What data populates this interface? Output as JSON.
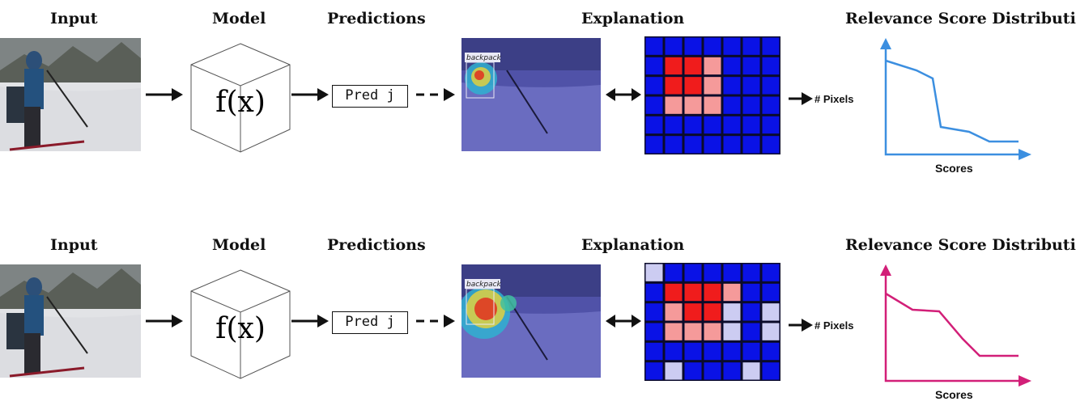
{
  "rows": [
    {
      "headers": {
        "input": "Input",
        "model": "Model",
        "predictions": "Predictions",
        "explanation": "Explanation",
        "distribution": "Relevance Score Distribution"
      },
      "model_formula": "f(x)",
      "prediction_label": "Pred j",
      "detection_tag": "backpack",
      "y_axis_label": "# Pixels",
      "x_axis_label": "Scores",
      "curve_color": "#3c8fe0",
      "relevance_grid": [
        [
          "blue",
          "blue",
          "blue",
          "blue",
          "blue",
          "blue",
          "blue"
        ],
        [
          "blue",
          "red",
          "red",
          "pink",
          "blue",
          "blue",
          "blue"
        ],
        [
          "blue",
          "red",
          "red",
          "pink",
          "blue",
          "blue",
          "blue"
        ],
        [
          "blue",
          "pink",
          "pink",
          "pink",
          "blue",
          "blue",
          "blue"
        ],
        [
          "blue",
          "blue",
          "blue",
          "blue",
          "blue",
          "blue",
          "blue"
        ],
        [
          "blue",
          "blue",
          "blue",
          "blue",
          "blue",
          "blue",
          "blue"
        ]
      ]
    },
    {
      "headers": {
        "input": "Input",
        "model": "Model",
        "predictions": "Predictions",
        "explanation": "Explanation",
        "distribution": "Relevance Score Distribution"
      },
      "model_formula": "f(x)",
      "prediction_label": "Pred j",
      "detection_tag": "backpack",
      "y_axis_label": "# Pixels",
      "x_axis_label": "Scores",
      "curve_color": "#d21f78",
      "relevance_grid": [
        [
          "lavender",
          "blue",
          "blue",
          "blue",
          "blue",
          "blue",
          "blue"
        ],
        [
          "blue",
          "red",
          "red",
          "red",
          "pink",
          "blue",
          "blue"
        ],
        [
          "blue",
          "pink",
          "red",
          "red",
          "lavender",
          "blue",
          "lavender"
        ],
        [
          "blue",
          "pink",
          "pink",
          "pink",
          "lavender",
          "blue",
          "lavender"
        ],
        [
          "blue",
          "blue",
          "blue",
          "blue",
          "blue",
          "blue",
          "blue"
        ],
        [
          "blue",
          "lavender",
          "blue",
          "blue",
          "blue",
          "lavender",
          "blue"
        ]
      ]
    }
  ],
  "colors": {
    "blue": "#0a12e6",
    "red": "#f01c1c",
    "pink": "#f59a9a",
    "lavender": "#ccccf2",
    "grid_line": "#0b0b2a"
  }
}
